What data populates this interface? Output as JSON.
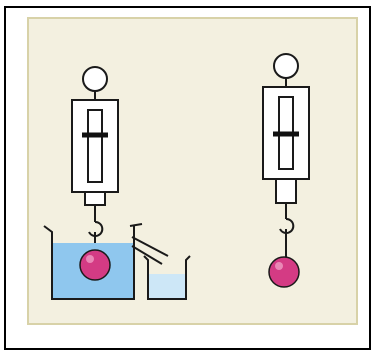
{
  "figure": {
    "frame_color": "#000000",
    "panel_color": "#f3f0e0",
    "panel_border_color": "#d8d2a8",
    "outline_color": "#1a1a1a",
    "water_color": "#8fc7ee",
    "water_light_color": "#cde7f7",
    "ball_color": "#d43b84",
    "ball_highlight_color": "#f4a9cc",
    "marker_color": "#111111"
  },
  "left_setup": {
    "items": [
      "spring-scale",
      "sphere",
      "overflow-beaker",
      "catch-beaker",
      "water"
    ],
    "sphere_submerged": true
  },
  "right_setup": {
    "items": [
      "spring-scale",
      "sphere"
    ],
    "sphere_submerged": false
  }
}
